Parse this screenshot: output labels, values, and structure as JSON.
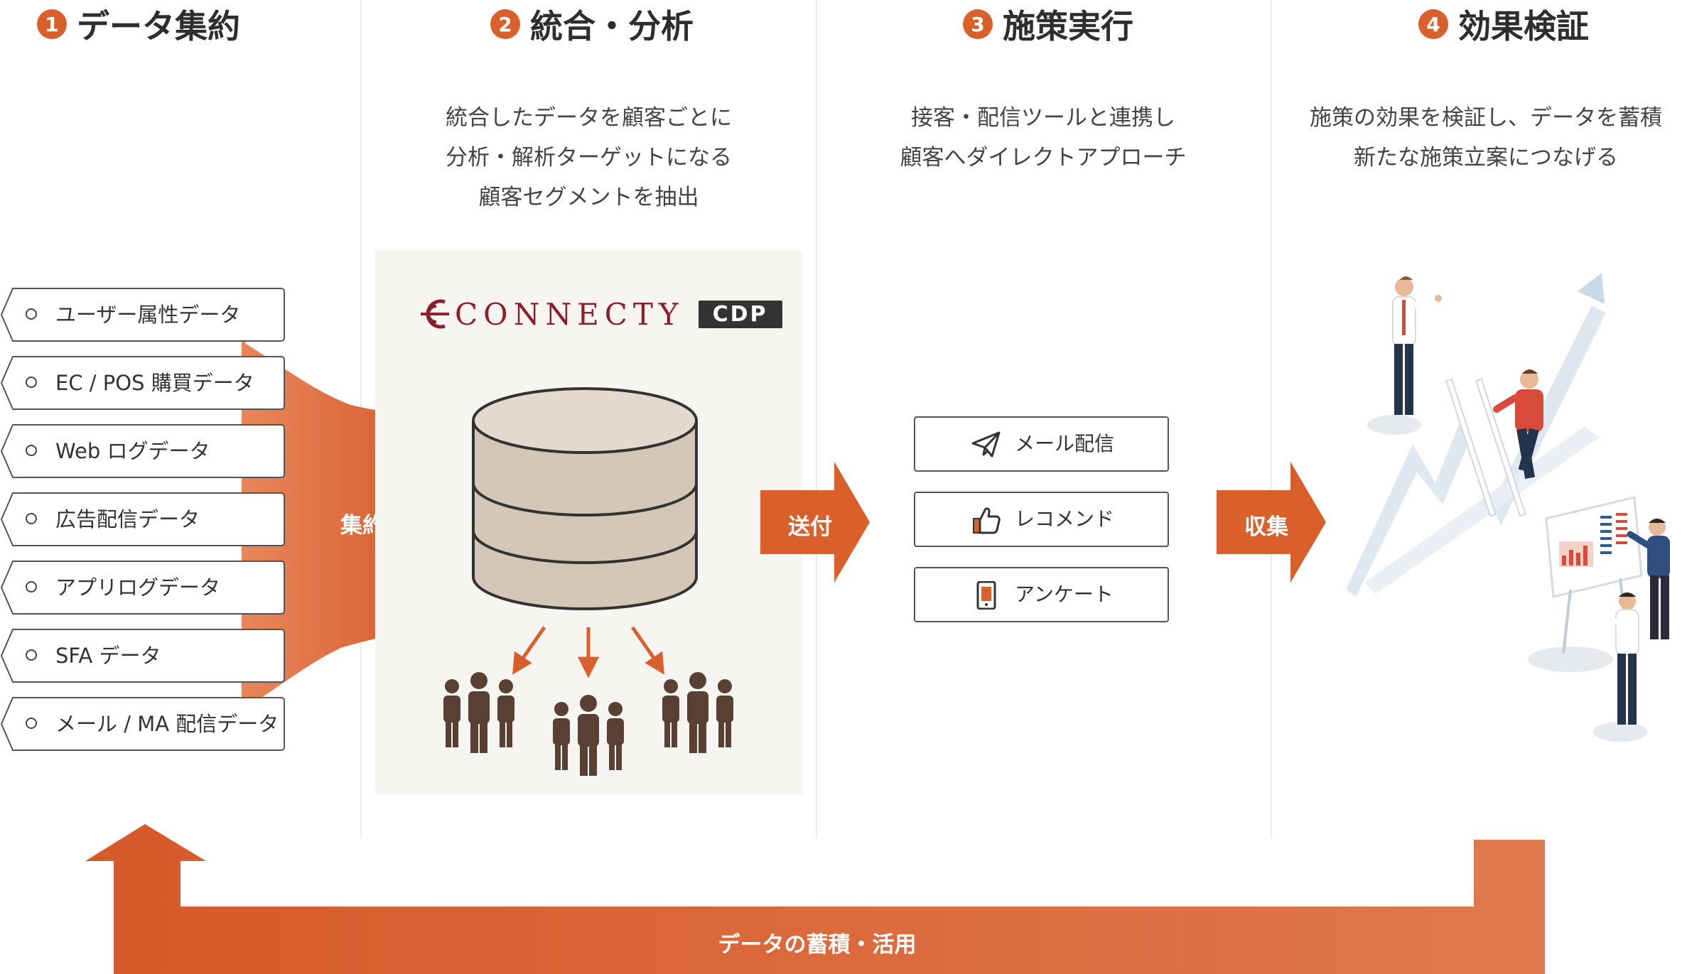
{
  "steps": [
    {
      "num": "1",
      "title": "データ集約"
    },
    {
      "num": "2",
      "title": "統合・分析"
    },
    {
      "num": "3",
      "title": "施策実行"
    },
    {
      "num": "4",
      "title": "効果検証"
    }
  ],
  "descriptions": {
    "analysis": [
      "統合したデータを顧客ごとに",
      "分析・解析ターゲットになる",
      "顧客セグメントを抽出"
    ],
    "execution": [
      "接客・配信ツールと連携し",
      "顧客へダイレクトアプローチ"
    ],
    "verification": [
      "施策の効果を検証し、データを蓄積",
      "新たな施策立案につなげる"
    ]
  },
  "data_sources": [
    "ユーザー属性データ",
    "EC / POS 購買データ",
    "Web ログデータ",
    "広告配信データ",
    "アプリログデータ",
    "SFA データ",
    "メール / MA 配信データ"
  ],
  "arrows": {
    "aggregate": "集約",
    "send": "送付",
    "collect": "収集",
    "loop": "データの蓄積・活用"
  },
  "brand": {
    "logo_text": "CONNECTY",
    "badge": "CDP"
  },
  "tools": [
    {
      "icon": "paper-plane-icon",
      "label": "メール配信"
    },
    {
      "icon": "thumbs-up-icon",
      "label": "レコメンド"
    },
    {
      "icon": "tablet-icon",
      "label": "アンケート"
    }
  ],
  "colors": {
    "accent": "#d95f2b",
    "brand": "#8c1f28",
    "database_fill": "#d5c7b8",
    "people": "#5a4033",
    "panel_bg": "#f6f5f2"
  }
}
